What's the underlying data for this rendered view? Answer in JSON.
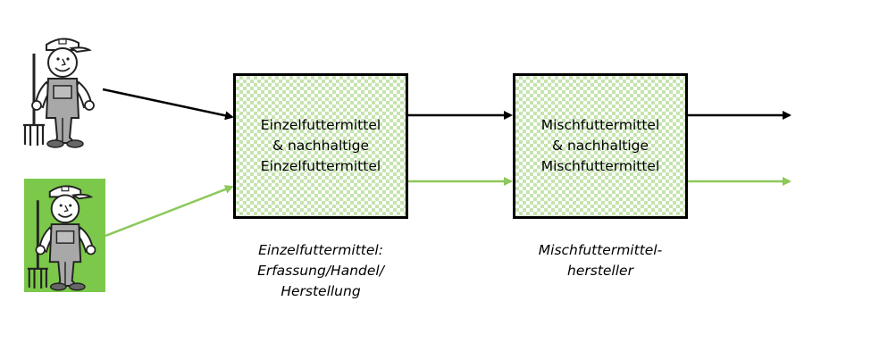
{
  "diagram": {
    "colors": {
      "black_flow": "#000000",
      "green_flow": "#8cc85a",
      "farmer_bg": "#7cc84a",
      "box_pattern": "#96cd6e"
    },
    "icons": [
      "farmer-icon",
      "farmer-green-icon"
    ],
    "box1": {
      "lines": [
        "Einzelfuttermittel",
        "& nachhaltige",
        "Einzelfuttermittel"
      ]
    },
    "box2": {
      "lines": [
        "Mischfuttermittel",
        "& nachhaltige",
        "Mischfuttermittel"
      ]
    },
    "caption1": {
      "lines": [
        "Einzelfuttermittel:",
        "Erfassung/Handel/",
        "Herstellung"
      ]
    },
    "caption2": {
      "lines": [
        "Mischfuttermittel-",
        "hersteller"
      ]
    }
  }
}
